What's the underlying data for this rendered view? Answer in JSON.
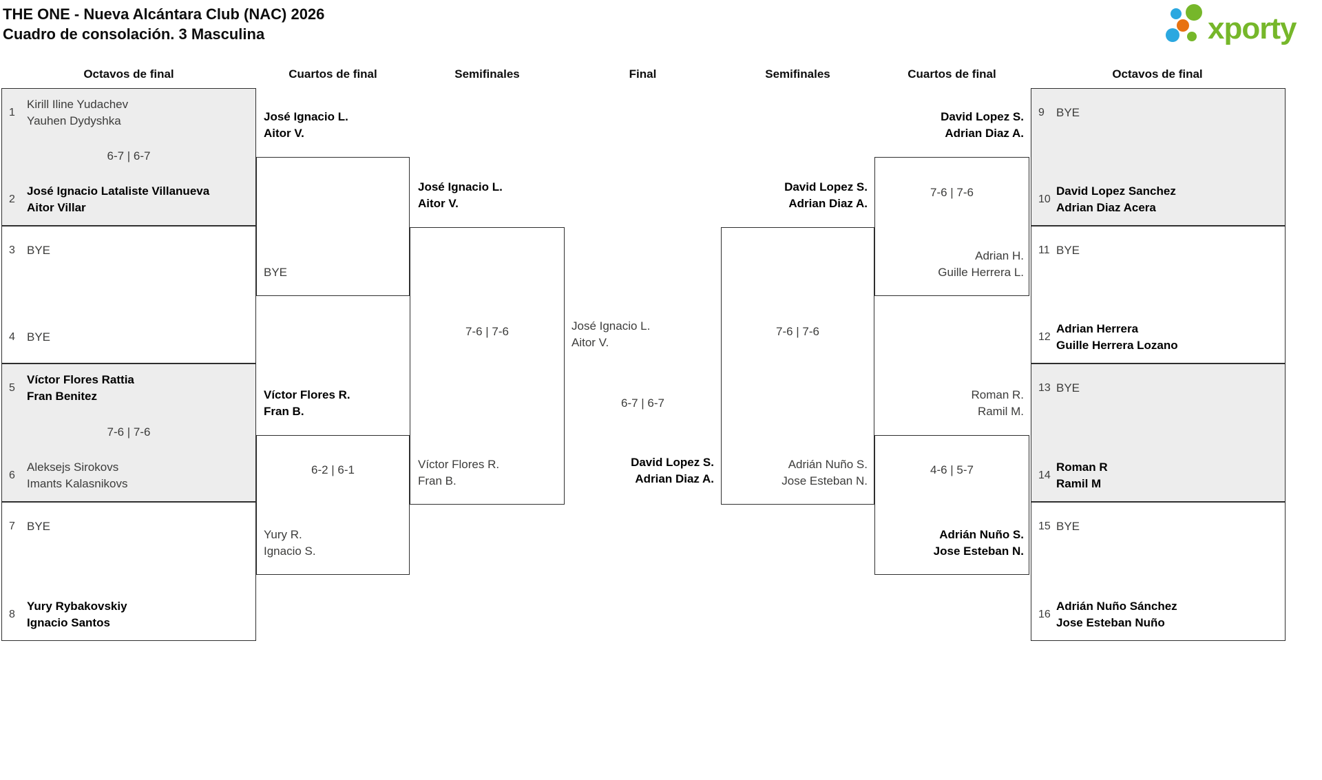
{
  "title": {
    "line1": "THE ONE - Nueva Alcántara Club (NAC) 2026",
    "line2": "Cuadro de consolación. 3 Masculina"
  },
  "logo": {
    "text": "xporty"
  },
  "round_headers": [
    "Octavos de final",
    "Cuartos de final",
    "Semifinales",
    "Final",
    "Semifinales",
    "Cuartos de final",
    "Octavos de final"
  ],
  "octavos_left": [
    {
      "seed1": "1",
      "team1_line1": "Kirill Iline Yudachev",
      "team1_line2": "Yauhen Dydyshka",
      "score": "6-7 | 6-7",
      "seed2": "2",
      "team2_line1": "José Ignacio Lataliste Villanueva",
      "team2_line2": "Aitor Villar"
    },
    {
      "seed1": "3",
      "team1_line1": "BYE",
      "team1_line2": "",
      "score": "",
      "seed2": "4",
      "team2_line1": "BYE",
      "team2_line2": ""
    },
    {
      "seed1": "5",
      "team1_line1": "Víctor Flores Rattia",
      "team1_line2": "Fran Benitez",
      "score": "7-6 | 7-6",
      "seed2": "6",
      "team2_line1": "Aleksejs Sirokovs",
      "team2_line2": "Imants Kalasnikovs"
    },
    {
      "seed1": "7",
      "team1_line1": "BYE",
      "team1_line2": "",
      "score": "",
      "seed2": "8",
      "team2_line1": "Yury Rybakovskiy",
      "team2_line2": "Ignacio Santos"
    }
  ],
  "octavos_right": [
    {
      "seed1": "9",
      "team1_line1": "BYE",
      "team1_line2": "",
      "score": "",
      "seed2": "10",
      "team2_line1": "David Lopez Sanchez",
      "team2_line2": "Adrian Diaz Acera"
    },
    {
      "seed1": "11",
      "team1_line1": "BYE",
      "team1_line2": "",
      "score": "",
      "seed2": "12",
      "team2_line1": "Adrian Herrera",
      "team2_line2": "Guille Herrera Lozano"
    },
    {
      "seed1": "13",
      "team1_line1": "BYE",
      "team1_line2": "",
      "score": "",
      "seed2": "14",
      "team2_line1": "Roman R",
      "team2_line2": "Ramil M"
    },
    {
      "seed1": "15",
      "team1_line1": "BYE",
      "team1_line2": "",
      "score": "",
      "seed2": "16",
      "team2_line1": "Adrián Nuño Sánchez",
      "team2_line2": "Jose Esteban Nuño"
    }
  ],
  "quarterfinals_left": [
    {
      "top_line1": "José Ignacio L.",
      "top_line2": "Aitor V.",
      "score": "",
      "bottom_line1": "BYE",
      "bottom_line2": ""
    },
    {
      "top_line1": "Víctor Flores R.",
      "top_line2": "Fran B.",
      "score": "6-2 | 6-1",
      "bottom_line1": "Yury R.",
      "bottom_line2": "Ignacio S."
    }
  ],
  "semifinal_left": {
    "top_line1": "José Ignacio L.",
    "top_line2": "Aitor V.",
    "score": "7-6 | 7-6",
    "bottom_line1": "Víctor Flores R.",
    "bottom_line2": "Fran B."
  },
  "final": {
    "top_line1": "José Ignacio L.",
    "top_line2": "Aitor V.",
    "score": "6-7 | 6-7",
    "bottom_line1": "David Lopez S.",
    "bottom_line2": "Adrian Diaz A."
  },
  "semifinal_right": {
    "top_line1": "David Lopez S.",
    "top_line2": "Adrian Diaz A.",
    "score": "7-6 | 7-6",
    "bottom_line1": "Adrián Nuño S.",
    "bottom_line2": "Jose Esteban N."
  },
  "quarterfinals_right": [
    {
      "top_line1": "David Lopez S.",
      "top_line2": "Adrian Diaz A.",
      "score": "7-6 | 7-6",
      "bottom_line1": "Adrian H.",
      "bottom_line2": "Guille Herrera L."
    },
    {
      "top_line1": "Roman R.",
      "top_line2": "Ramil M.",
      "score": "4-6 | 5-7",
      "bottom_line1": "Adrián Nuño S.",
      "bottom_line2": "Jose Esteban N."
    }
  ],
  "colors": {
    "logo_green": "#76b72a",
    "logo_blue": "#2ba8e0",
    "logo_orange": "#e87211",
    "box_shade": "#ededed",
    "line": "#2e2e2e",
    "text_regular": "#3c3c3b",
    "text_winner": "#000000"
  }
}
